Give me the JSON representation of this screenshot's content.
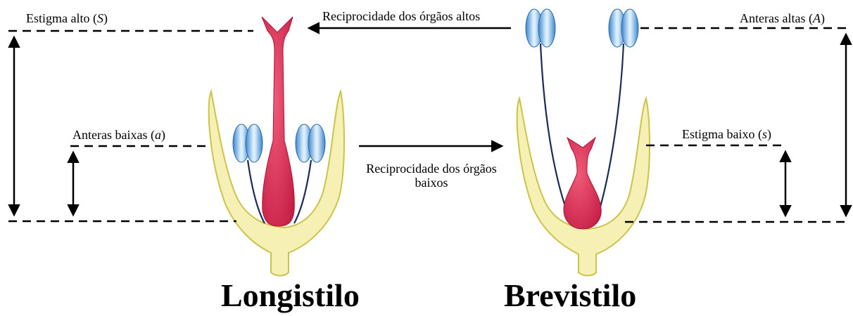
{
  "labels": {
    "stigma_high": {
      "text": "Estigma alto (",
      "symbol": "S",
      "close": ")"
    },
    "anthers_high": {
      "text": "Anteras altas (",
      "symbol": "A",
      "close": ")"
    },
    "anthers_low": {
      "text": "Anteras baixas (",
      "symbol": "a",
      "close": ")"
    },
    "stigma_low": {
      "text": "Estigma baixo (",
      "symbol": "s",
      "close": ")"
    },
    "reciprocity_high": "Reciprocidade dos órgãos altos",
    "reciprocity_low_line1": "Reciprocidade dos órgãos",
    "reciprocity_low_line2": "baixos"
  },
  "morphs": {
    "left_title": "Longistilo",
    "right_title": "Brevistilo"
  },
  "colors": {
    "corolla_fill": "#f7f0b4",
    "corolla_stroke": "#c9c44a",
    "pistil": "#d6264b",
    "pistil_dark": "#a81636",
    "anther_light": "#dceefb",
    "anther_dark": "#3a86cf",
    "filament": "#1b2a5c",
    "line": "#000000"
  }
}
